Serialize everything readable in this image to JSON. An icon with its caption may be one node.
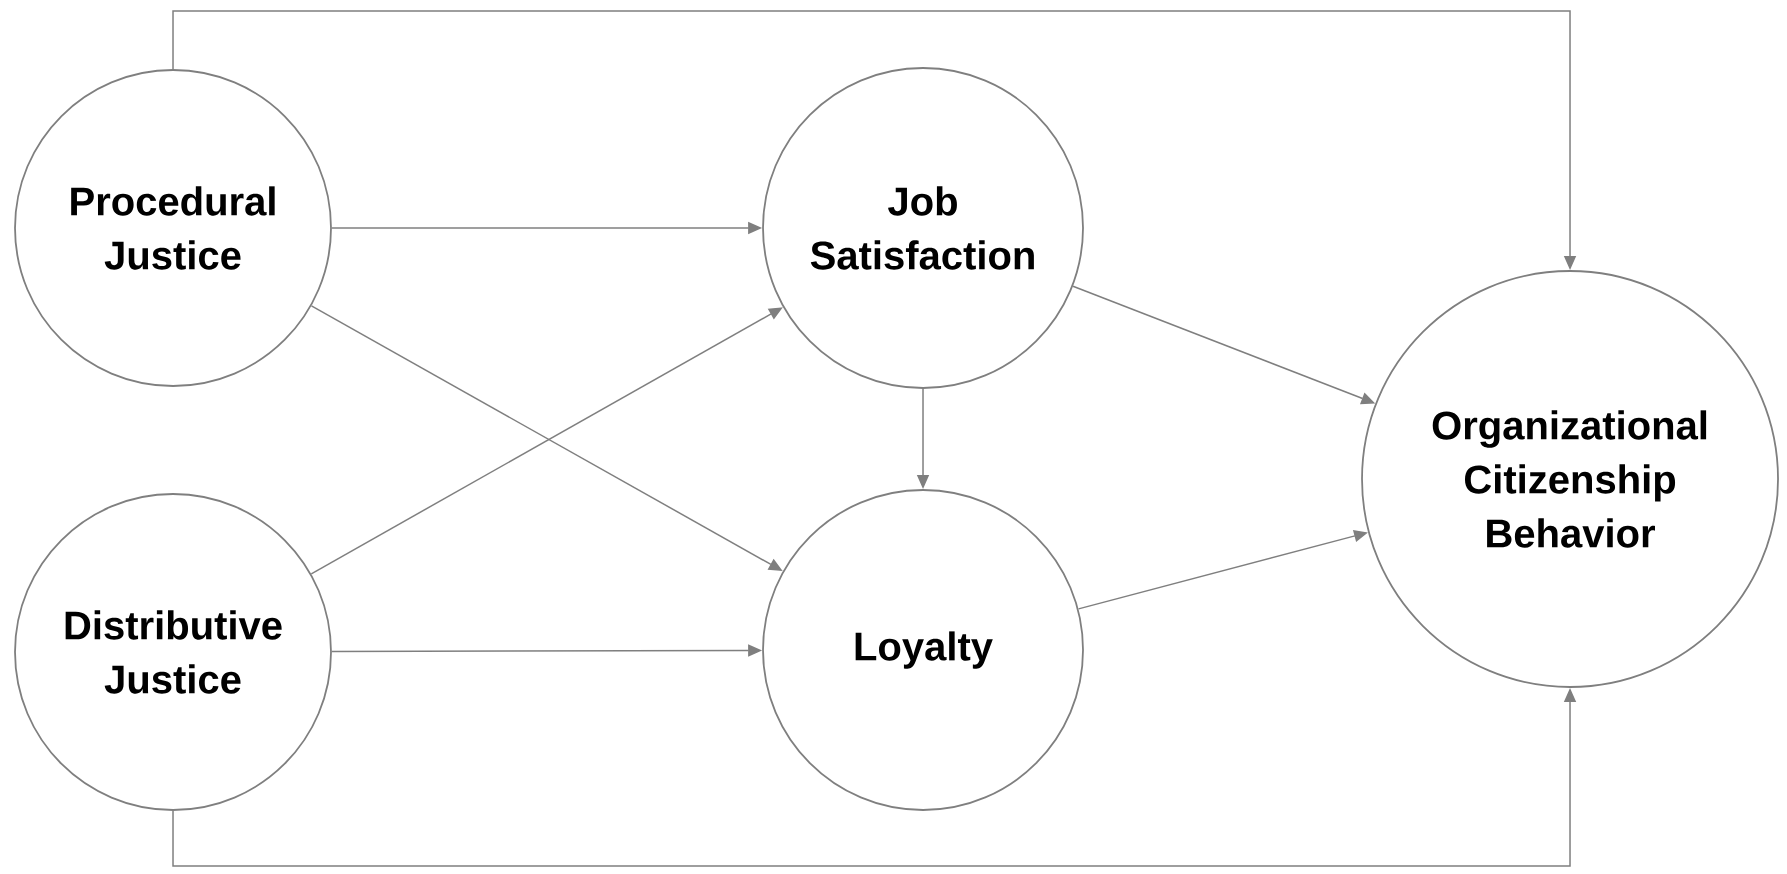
{
  "diagram": {
    "nodes": [
      {
        "text": [
          "Procedural Justice"
        ]
      },
      {
        "text": [
          "Distributive Justice"
        ]
      },
      {
        "text": [
          "Job Satisfaction"
        ]
      },
      {
        "text": [
          "Loyalty"
        ]
      },
      {
        "text": [
          "Organizational Citizenship Behavior"
        ]
      }
    ],
    "edges": [
      {
        "from": 0,
        "to": 2,
        "arrow": "to"
      },
      {
        "from": 0,
        "to": 3,
        "arrow": "to"
      },
      {
        "from": 1,
        "to": 2,
        "arrow": "to"
      },
      {
        "from": 1,
        "to": 3,
        "arrow": "to"
      },
      {
        "from": 2,
        "to": 3,
        "arrow": "to"
      },
      {
        "from": 2,
        "to": 4,
        "arrow": "to"
      },
      {
        "from": 3,
        "to": 4,
        "arrow": "to"
      },
      {
        "from": 0,
        "to": 4,
        "arrow": "to"
      },
      {
        "from": 1,
        "to": 4,
        "arrow": "to"
      }
    ]
  }
}
